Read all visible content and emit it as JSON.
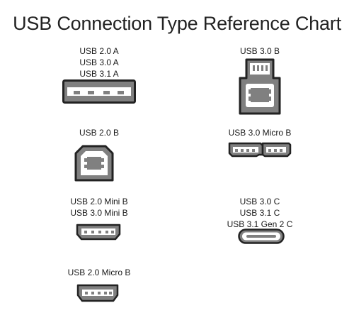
{
  "title": "USB Connection Type Reference Chart",
  "colors": {
    "stroke": "#222222",
    "fill": "#808080",
    "light": "#ffffff"
  },
  "connectors": [
    {
      "id": "usb-a",
      "icon": "usb-a-connector-icon",
      "labels": [
        "USB 2.0 A",
        "USB 3.0 A",
        "USB 3.1 A"
      ]
    },
    {
      "id": "usb-3-b",
      "icon": "usb-3-b-connector-icon",
      "labels": [
        "USB 3.0 B"
      ]
    },
    {
      "id": "usb-2-b",
      "icon": "usb-2-b-connector-icon",
      "labels": [
        "USB 2.0 B"
      ]
    },
    {
      "id": "usb-3-micro-b",
      "icon": "usb-3-micro-b-connector-icon",
      "labels": [
        "USB 3.0 Micro B"
      ]
    },
    {
      "id": "usb-mini-b",
      "icon": "usb-mini-b-connector-icon",
      "labels": [
        "USB 2.0 Mini B",
        "USB 3.0 Mini B"
      ]
    },
    {
      "id": "usb-c",
      "icon": "usb-c-connector-icon",
      "labels": [
        "USB 3.0 C",
        "USB 3.1 C",
        "USB 3.1 Gen 2 C"
      ]
    },
    {
      "id": "usb-2-micro-b",
      "icon": "usb-2-micro-b-connector-icon",
      "labels": [
        "USB 2.0 Micro B"
      ]
    }
  ]
}
